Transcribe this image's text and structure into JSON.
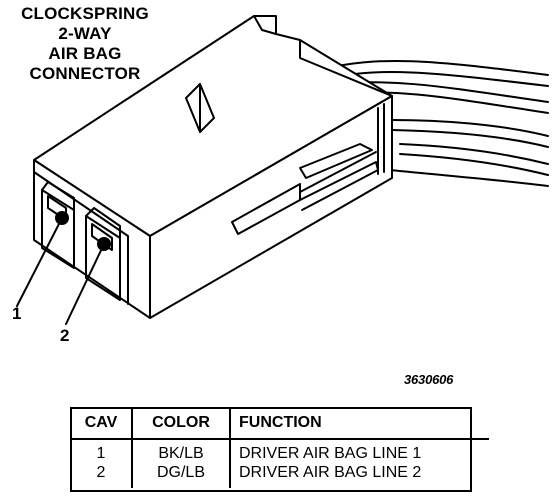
{
  "title": [
    "CLOCKSPRING",
    "2-WAY",
    "AIR BAG",
    "CONNECTOR"
  ],
  "pin_labels": [
    "1",
    "2"
  ],
  "figure_code": "3630606",
  "table": {
    "headers": [
      "CAV",
      "COLOR",
      "FUNCTION"
    ],
    "rows": [
      {
        "cav": "1",
        "color": "BK/LB",
        "function": "DRIVER AIR BAG LINE 1"
      },
      {
        "cav": "2",
        "color": "DG/LB",
        "function": "DRIVER AIR BAG LINE 2"
      }
    ]
  }
}
